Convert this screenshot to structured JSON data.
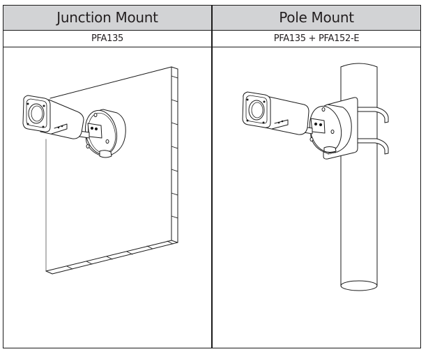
{
  "table": {
    "columns": [
      {
        "heading": "Junction Mount",
        "model": "PFA135",
        "illustration": "camera-on-wall-junction-box"
      },
      {
        "heading": "Pole Mount",
        "model": "PFA135 + PFA152-E",
        "illustration": "camera-on-pole-with-bracket"
      }
    ]
  },
  "colors": {
    "header_bg": "#d2d3d5",
    "border": "#1a1a1a",
    "text": "#231f20",
    "line_art": "#1a1a1a"
  }
}
